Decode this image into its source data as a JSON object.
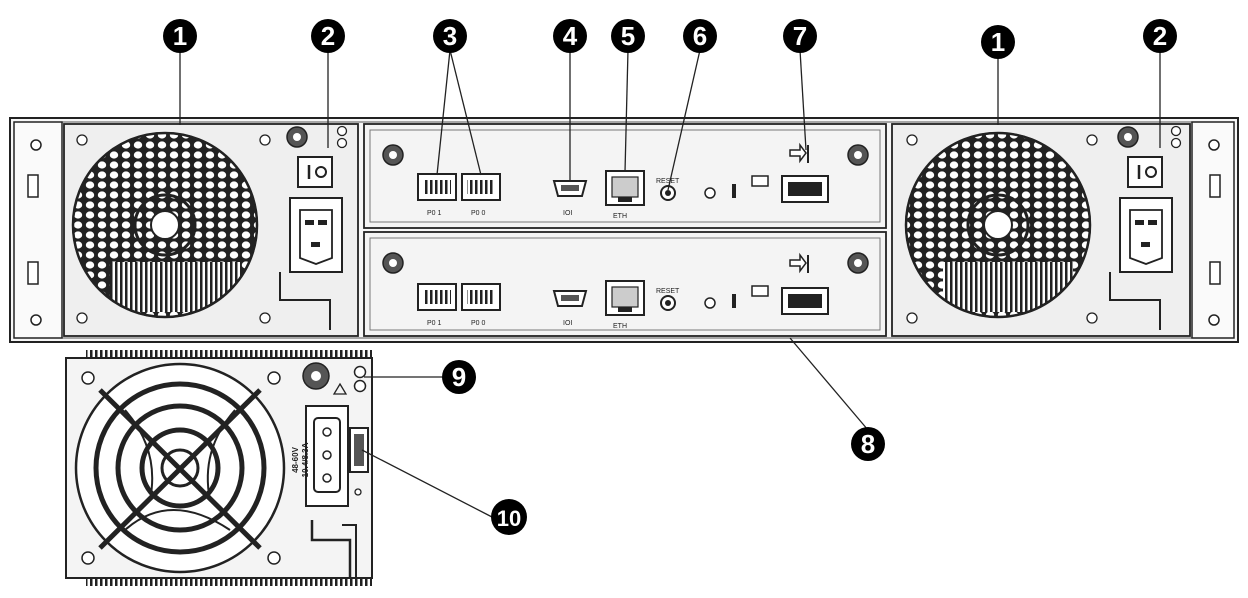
{
  "colors": {
    "stroke": "#222222",
    "fill_light": "#f4f4f4",
    "fill_mid": "#d8d8d8",
    "fill_dark": "#555555",
    "callout": "#000000"
  },
  "callouts": [
    {
      "id": 1,
      "label": "1"
    },
    {
      "id": 2,
      "label": "2"
    },
    {
      "id": 3,
      "label": "3"
    },
    {
      "id": 4,
      "label": "4"
    },
    {
      "id": 5,
      "label": "5"
    },
    {
      "id": 6,
      "label": "6"
    },
    {
      "id": 7,
      "label": "7"
    },
    {
      "id": 8,
      "label": "8"
    },
    {
      "id": 9,
      "label": "9"
    },
    {
      "id": 10,
      "label": "10"
    }
  ],
  "controller_labels": {
    "port_a": "P0 1",
    "port_b": "P0 0",
    "serial": "IOI",
    "network": "ETH",
    "button": "RESET"
  },
  "psu_label": {
    "line1": "48-60V",
    "line2": "10.4/8.3A"
  },
  "icons": [
    "fan-grille-icon",
    "power-switch-icon",
    "power-inlet-icon",
    "thumbscrew-icon",
    "led-icon",
    "sas-port-icon",
    "serial-port-icon",
    "ethernet-port-icon",
    "reset-button-icon",
    "expansion-port-icon",
    "dc-inlet-icon"
  ]
}
